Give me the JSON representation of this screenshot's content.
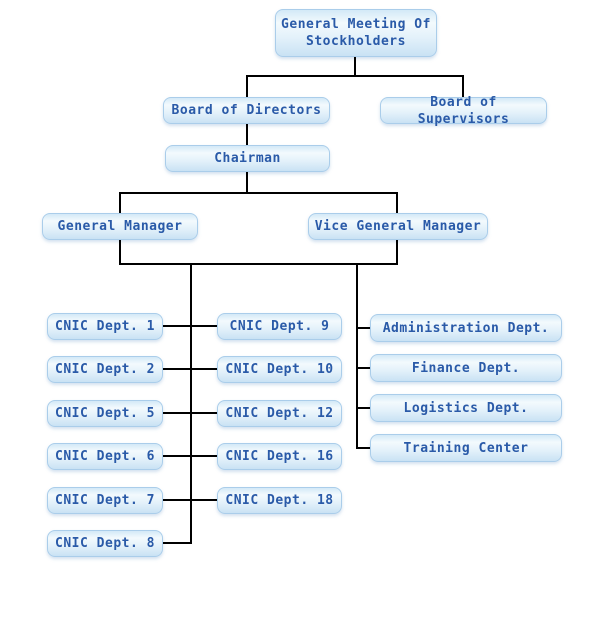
{
  "diagram_type": "org-chart",
  "colors": {
    "background": "#ffffff",
    "node_border": "#aacdea",
    "node_fill_top": "#d3e9f7",
    "node_fill_light": "#f3fafd",
    "node_fill_bottom": "#c9e2f4",
    "node_text": "#2a5aa8",
    "connector": "#000000"
  },
  "nodes": {
    "general_meeting": "General Meeting Of Stockholders",
    "board_of_directors": "Board of Directors",
    "board_of_supervisors": "Board of Supervisors",
    "chairman": "Chairman",
    "general_manager": "General Manager",
    "vice_general_manager": "Vice General Manager"
  },
  "cnic_departments_left": [
    "CNIC Dept. 1",
    "CNIC Dept. 2",
    "CNIC Dept. 5",
    "CNIC Dept. 6",
    "CNIC Dept. 7",
    "CNIC Dept. 8"
  ],
  "cnic_departments_middle": [
    "CNIC Dept. 9",
    "CNIC Dept. 10",
    "CNIC Dept. 12",
    "CNIC Dept. 16",
    "CNIC Dept. 18"
  ],
  "support_departments": [
    "Administration Dept.",
    "Finance Dept.",
    "Logistics Dept.",
    "Training Center"
  ]
}
